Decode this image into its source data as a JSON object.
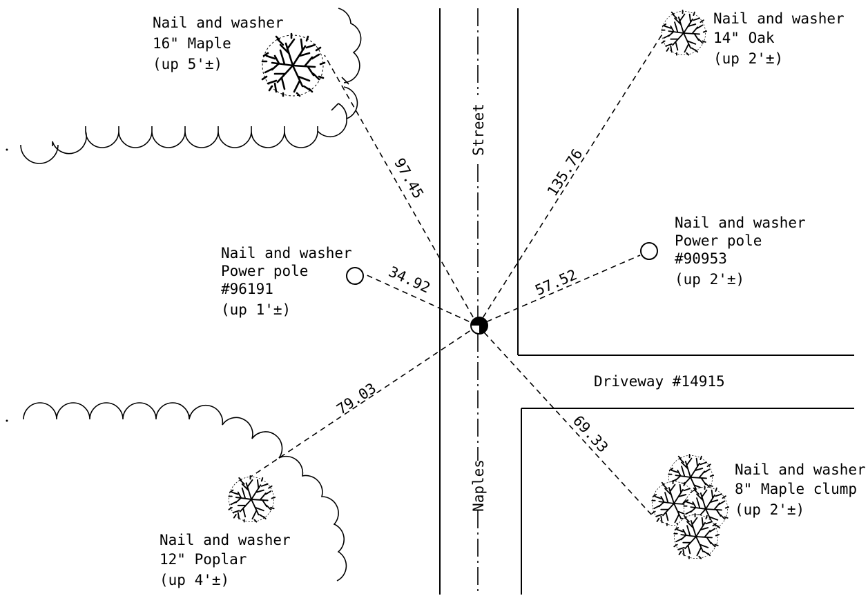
{
  "street": {
    "name_top": "Street",
    "name_bottom": "Naples"
  },
  "driveway": {
    "label": "Driveway #14915"
  },
  "references": [
    {
      "id": "maple16",
      "lines": [
        "Nail and washer",
        "16\" Maple",
        "(up 5'±)"
      ],
      "distance": "97.45",
      "icon": "tree-icon"
    },
    {
      "id": "oak14",
      "lines": [
        "Nail and washer",
        "14\" Oak",
        "(up 2'±)"
      ],
      "distance": "135.76",
      "icon": "tree-icon"
    },
    {
      "id": "pole96191",
      "lines": [
        "Nail and washer",
        "Power pole",
        "#96191",
        "(up 1'±)"
      ],
      "distance": "34.92",
      "icon": "power-pole-icon"
    },
    {
      "id": "pole90953",
      "lines": [
        "Nail and washer",
        "Power pole",
        "#90953",
        "(up 2'±)"
      ],
      "distance": "57.52",
      "icon": "power-pole-icon"
    },
    {
      "id": "poplar12",
      "lines": [
        "Nail and washer",
        "12\" Poplar",
        "(up 4'±)"
      ],
      "distance": "79.03",
      "icon": "tree-icon"
    },
    {
      "id": "mapleclump8",
      "lines": [
        "Nail and washer",
        "8\" Maple clump",
        "(up 2'±)"
      ],
      "distance": "69.33",
      "icon": "tree-clump-icon"
    }
  ]
}
